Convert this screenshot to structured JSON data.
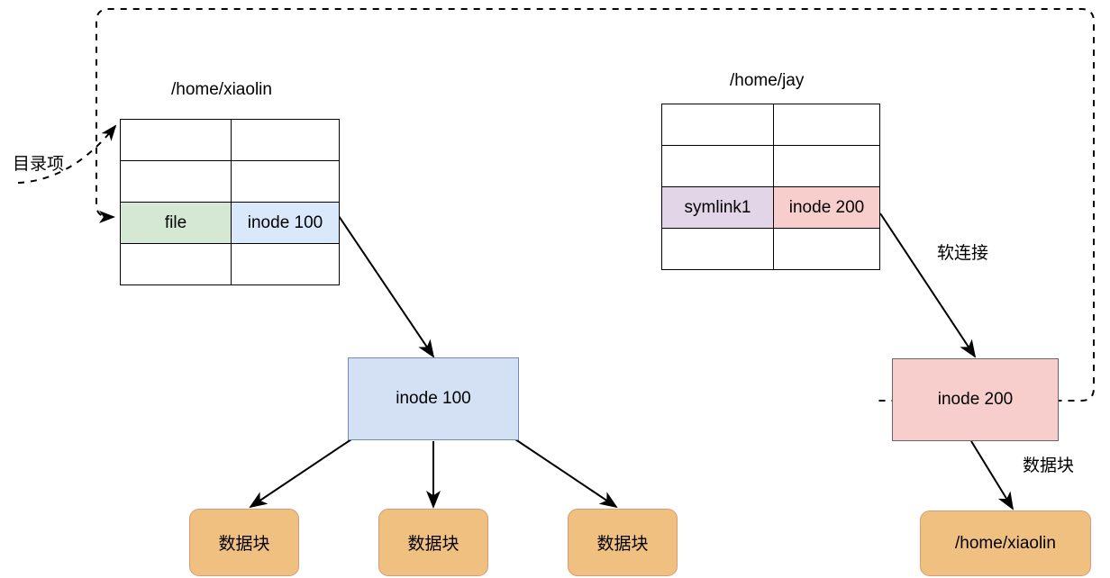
{
  "diagram": {
    "title_left": "/home/xiaolin",
    "title_right": "/home/jay",
    "label_dirent": "目录项",
    "label_symlink": "软连接",
    "label_datablock_edge": "数据块"
  },
  "left_table": {
    "name": "/home/xiaolin",
    "rows": [
      {
        "name": "",
        "inode": ""
      },
      {
        "name": "",
        "inode": ""
      },
      {
        "name": "file",
        "inode": "inode 100"
      },
      {
        "name": "",
        "inode": ""
      }
    ],
    "highlight_row_index": 2,
    "highlight_name_color": "#d5e8d4",
    "highlight_inode_color": "#dae8fc"
  },
  "right_table": {
    "name": "/home/jay",
    "rows": [
      {
        "name": "",
        "inode": ""
      },
      {
        "name": "",
        "inode": ""
      },
      {
        "name": "symlink1",
        "inode": "inode 200"
      },
      {
        "name": "",
        "inode": ""
      }
    ],
    "highlight_row_index": 2,
    "highlight_name_color": "#e1d5e7",
    "highlight_inode_color": "#f8cecc"
  },
  "nodes": {
    "inode100": {
      "label": "inode 100",
      "fill": "#d4e1f5",
      "stroke": "#6c8ebf"
    },
    "inode200": {
      "label": "inode 200",
      "fill": "#f8cecc",
      "stroke": "#666666"
    },
    "datablock1": {
      "label": "数据块",
      "fill": "#f0c081",
      "stroke": "#d79b75"
    },
    "datablock2": {
      "label": "数据块",
      "fill": "#f0c081",
      "stroke": "#d79b75"
    },
    "datablock3": {
      "label": "数据块",
      "fill": "#f0c081",
      "stroke": "#d79b75"
    },
    "target_path": {
      "label": "/home/xiaolin",
      "fill": "#f0c081",
      "stroke": "#d79b75"
    }
  },
  "colors": {
    "edge": "#000000",
    "background": "#ffffff"
  }
}
